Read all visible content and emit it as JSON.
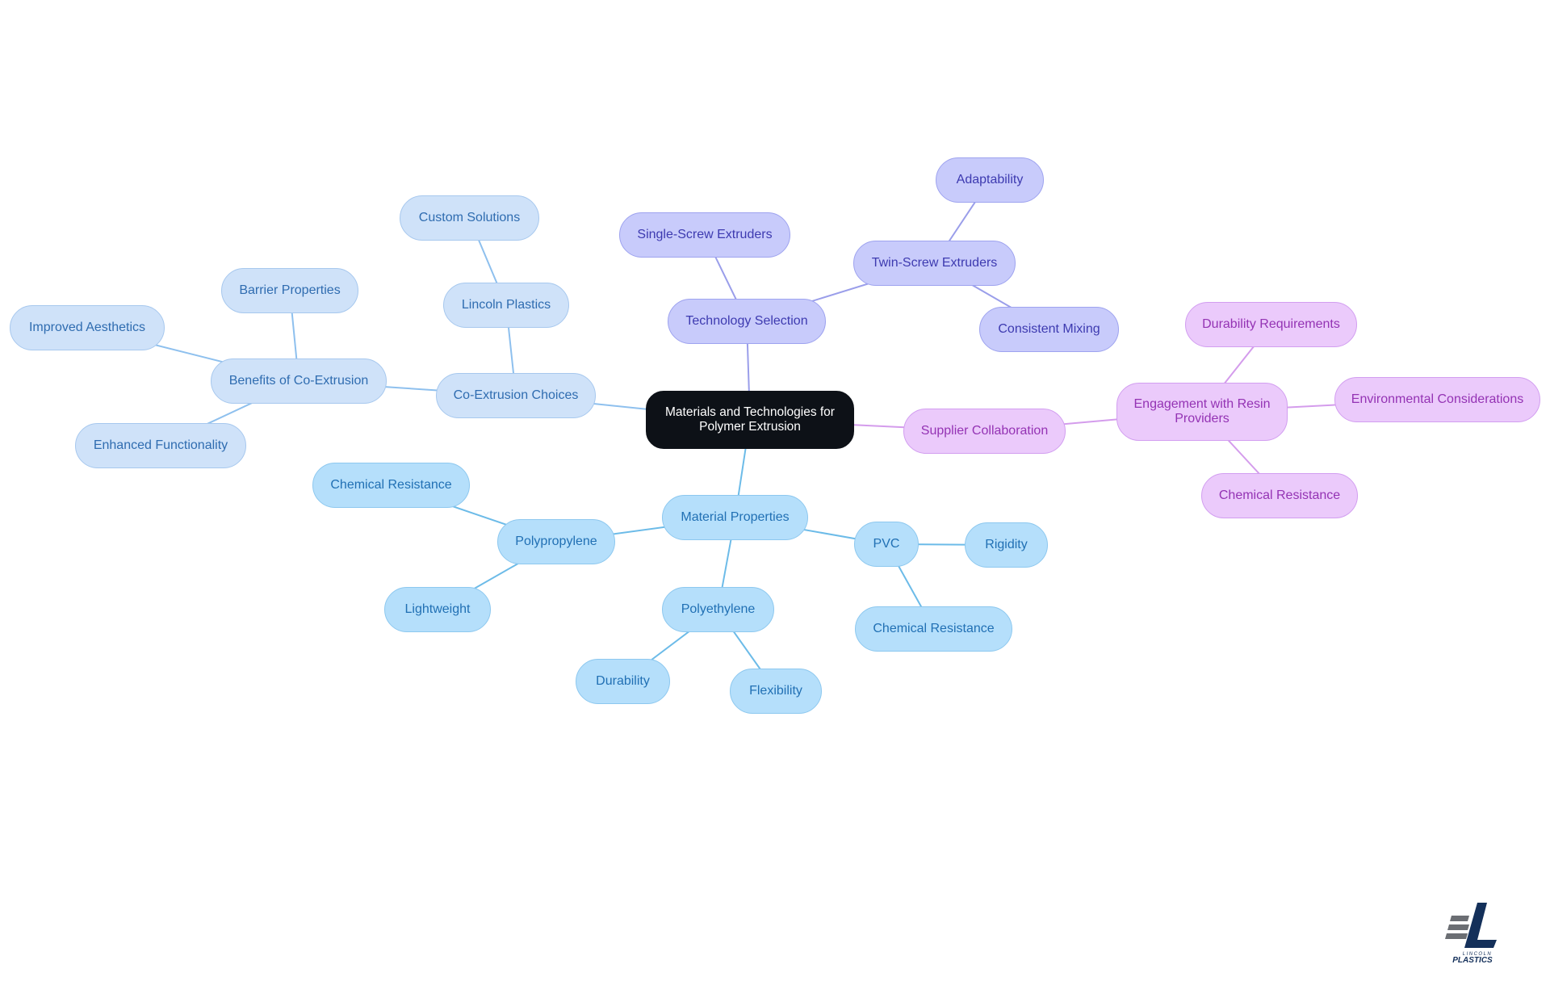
{
  "diagram": {
    "root": "Materials and Technologies for Polymer Extrusion",
    "branches": {
      "coextrusion": {
        "label": "Co-Extrusion Choices",
        "color": "#8ec0ee",
        "benefits": {
          "label": "Benefits of Co-Extrusion",
          "children": [
            "Barrier Properties",
            "Improved Aesthetics",
            "Enhanced Functionality"
          ]
        },
        "lincoln": {
          "label": "Lincoln Plastics",
          "children": [
            "Custom Solutions"
          ]
        }
      },
      "technology": {
        "label": "Technology Selection",
        "color": "#9a9eea",
        "single": "Single-Screw Extruders",
        "twin": {
          "label": "Twin-Screw Extruders",
          "children": [
            "Adaptability",
            "Consistent Mixing"
          ]
        }
      },
      "supplier": {
        "label": "Supplier Collaboration",
        "color": "#d49cec",
        "resin": {
          "label": "Engagement with Resin Providers",
          "children": [
            "Durability Requirements",
            "Environmental Considerations",
            "Chemical Resistance"
          ]
        }
      },
      "materials": {
        "label": "Material Properties",
        "color": "#6cbbe8",
        "polypropylene": {
          "label": "Polypropylene",
          "children": [
            "Chemical Resistance",
            "Lightweight"
          ]
        },
        "polyethylene": {
          "label": "Polyethylene",
          "children": [
            "Durability",
            "Flexibility"
          ]
        },
        "pvc": {
          "label": "PVC",
          "children": [
            "Rigidity",
            "Chemical Resistance"
          ]
        }
      }
    }
  },
  "logo": {
    "text": "LINCOLN PLASTICS",
    "colors": {
      "navy": "#14305a",
      "gray": "#6b6e73"
    }
  }
}
